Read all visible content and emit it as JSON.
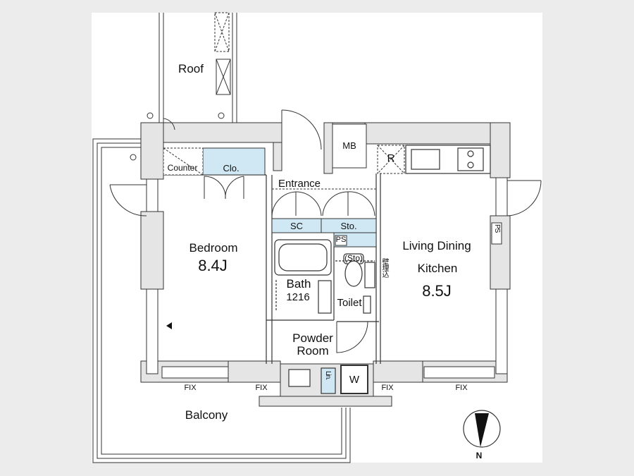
{
  "colors": {
    "background": "#ececec",
    "plan_paper": "#ffffff",
    "wall": "#e5e5e5",
    "wall_outline": "#333333",
    "storage_fill": "#cfe8f3"
  },
  "rooms": {
    "roof": "Roof",
    "bedroom": "Bedroom",
    "bedroom_size": "8.4J",
    "closet": "Clo.",
    "counter": "Counter",
    "entrance": "Entrance",
    "shoe_cabinet": "SC",
    "storage": "Sto.",
    "ps_left": "PS",
    "storage_toilet": "(Sto)",
    "bath": "Bath",
    "bath_size": "1216",
    "toilet": "Toilet",
    "powder_room_1": "Powder",
    "powder_room_2": "Room",
    "linen": "Lin.",
    "washer": "W",
    "mb": "MB",
    "refrigerator": "R",
    "ps_right": "PS",
    "ldk_1": "Living Dining",
    "ldk_2": "Kitchen",
    "ldk_size": "8.5J",
    "wall_embed": "壁埋込",
    "balcony": "Balcony",
    "fix_1": "FIX",
    "fix_2": "FIX",
    "fix_3": "FIX",
    "fix_4": "FIX"
  },
  "compass": {
    "north": "N"
  }
}
